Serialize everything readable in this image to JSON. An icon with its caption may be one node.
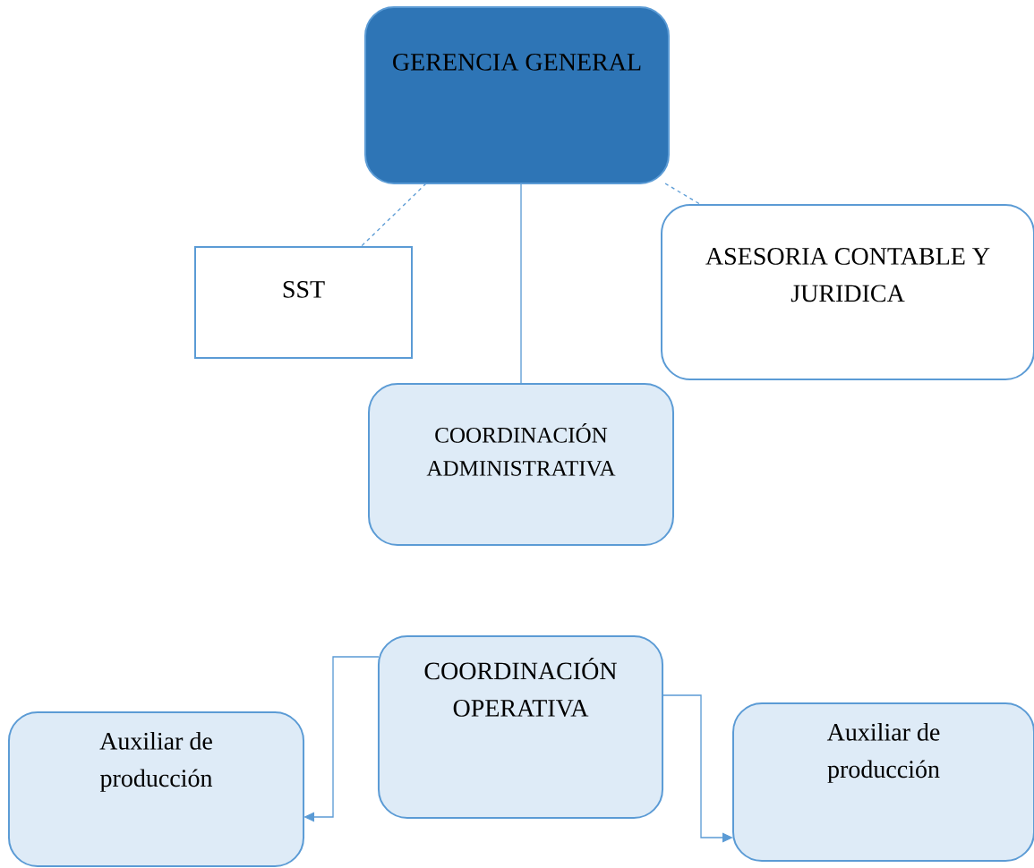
{
  "diagram": {
    "nodes": [
      {
        "text": [
          "GERENCIA GENERAL"
        ]
      },
      {
        "text": [
          "SST"
        ]
      },
      {
        "text": [
          "ASESORIA CONTABLE Y JURIDICA"
        ]
      },
      {
        "text": [
          "COORDINACIÓN ADMINISTRATIVA"
        ]
      },
      {
        "text": [
          "COORDINACIÓN OPERATIVA"
        ]
      },
      {
        "text": [
          "Auxiliar de producción"
        ]
      },
      {
        "text": [
          "Auxiliar de producción"
        ]
      }
    ],
    "edges": [
      {
        "from": 0,
        "to": 1,
        "arrow": "none",
        "style": "dashed"
      },
      {
        "from": 0,
        "to": 3,
        "arrow": "none"
      },
      {
        "from": 0,
        "to": 2,
        "arrow": "none",
        "style": "dashed"
      },
      {
        "from": 4,
        "to": 5,
        "arrow": "to"
      },
      {
        "from": 4,
        "to": 6,
        "arrow": "to"
      }
    ]
  }
}
